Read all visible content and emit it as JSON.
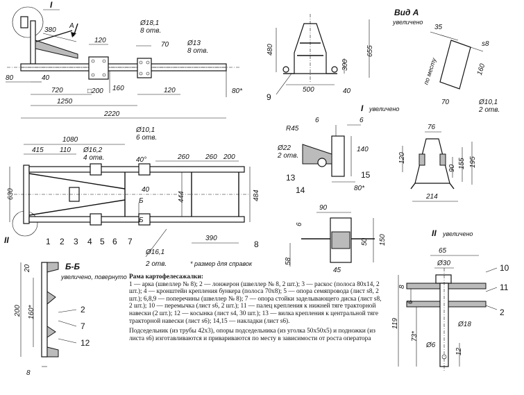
{
  "views": {
    "main": {
      "section_mark": "I",
      "view_arrow": "А",
      "dims": [
        "380",
        "120",
        "Ø18,1",
        "8 отв.",
        "70",
        "Ø13",
        "8 отв.",
        "80",
        "40",
        "720",
        "□200",
        "160",
        "120",
        "1250",
        "80*",
        "2220"
      ]
    },
    "front": {
      "dims": [
        "480",
        "655",
        "300",
        "500",
        "40"
      ],
      "callout": "9"
    },
    "view_a": {
      "title": "Вид А",
      "subtitle": "увеличено",
      "dims": [
        "35",
        "s8",
        "по месту",
        "160",
        "70",
        "Ø10,1",
        "2 отв."
      ]
    },
    "top": {
      "section_mark": "II",
      "cut_mark": "Б",
      "dims": [
        "1080",
        "415",
        "110",
        "Ø16,2",
        "4 отв.",
        "Ø10,1",
        "6 отв.",
        "40°",
        "260",
        "260",
        "200",
        "630",
        "40",
        "444",
        "484",
        "390",
        "Ø16,1",
        "2 отв."
      ],
      "callouts": [
        "1",
        "2",
        "3",
        "4",
        "5",
        "6",
        "7",
        "8"
      ],
      "note": "* размер для справок"
    },
    "detail_i": {
      "title": "I",
      "subtitle": "увеличено",
      "dims": [
        "6",
        "6",
        "R45",
        "Ø22",
        "2 отв.",
        "140",
        "80*"
      ],
      "callouts": [
        "13",
        "14",
        "15"
      ]
    },
    "detail_bottom": {
      "dims": [
        "90",
        "6",
        "50",
        "150",
        "58",
        "45"
      ]
    },
    "bracket": {
      "dims": [
        "76",
        "120",
        "90",
        "155",
        "195",
        "214"
      ]
    },
    "section_bb": {
      "title": "Б-Б",
      "subtitle": "увеличено, повернуто",
      "dims": [
        "20",
        "200",
        "160*",
        "8"
      ],
      "callouts": [
        "2",
        "7",
        "12"
      ]
    },
    "detail_ii": {
      "title": "II",
      "subtitle": "увеличено",
      "dims": [
        "65",
        "Ø30",
        "8",
        "6",
        "119",
        "73*",
        "Ø18",
        "12",
        "Ø6"
      ],
      "callouts": [
        "10",
        "11",
        "2"
      ]
    }
  },
  "caption": {
    "title": "Рама картофелесажалки:",
    "body": "1 — арка (швеллер № 8); 2 — лонжерон (швеллер № 8, 2 шт.); 3 — раскос (полоса 80х14, 2 шт.); 4 — кронштейн крепления бункера (полоса 70х8); 5 — опора семяпровода (лист s8, 2 шт.); 6,8,9 — поперечины (швеллер № 8); 7 — опора стойки заделывающего диска (лист s8, 2 шт.); 10 — перемычка (лист s6, 2 шт.); 11 — палец крепления к нижней тяге тракторной навески (2 шт.); 12 — косынка (лист s4, 30 шт.); 13 — вилка крепления к центральной тяге тракторной навески (лист s6); 14,15 — накладки (лист s6).",
    "extra": "Подседельник (из трубы 42х3), опоры подседельника (из уголка 50х50х5) и подножки (из листа s6) изготавливаются и привариваются по месту в зависимости от роста оператора"
  }
}
